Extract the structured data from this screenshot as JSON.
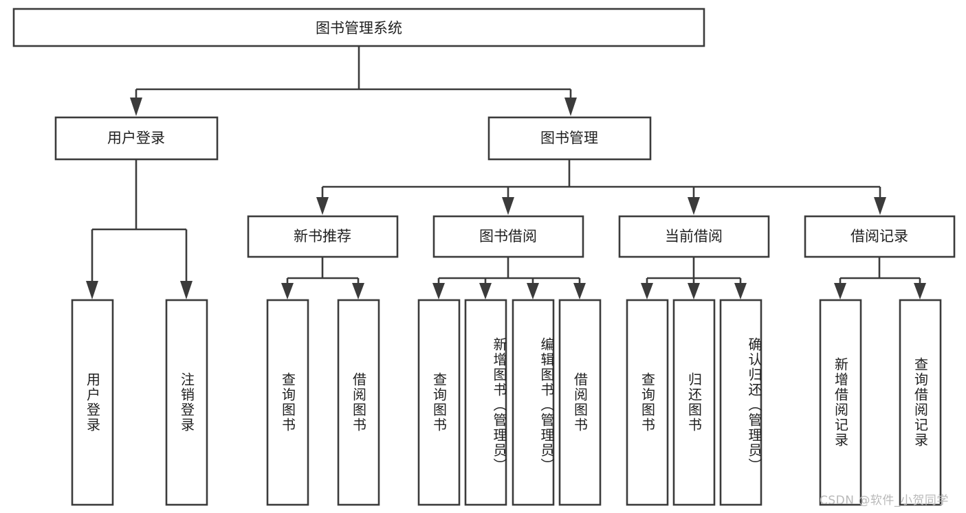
{
  "diagram": {
    "title": "图书管理系统",
    "type": "hierarchy-tree",
    "root": {
      "id": "root",
      "label": "图书管理系统",
      "orientation": "horizontal"
    },
    "level2": [
      {
        "id": "user-login",
        "label": "用户登录",
        "orientation": "horizontal"
      },
      {
        "id": "book-manage",
        "label": "图书管理",
        "orientation": "horizontal"
      }
    ],
    "level3": [
      {
        "id": "new-book-recommend",
        "label": "新书推荐",
        "orientation": "horizontal",
        "parent": "book-manage"
      },
      {
        "id": "book-borrow",
        "label": "图书借阅",
        "orientation": "horizontal",
        "parent": "book-manage"
      },
      {
        "id": "current-borrow",
        "label": "当前借阅",
        "orientation": "horizontal",
        "parent": "book-manage"
      },
      {
        "id": "borrow-record",
        "label": "借阅记录",
        "orientation": "horizontal",
        "parent": "book-manage"
      }
    ],
    "leaves": [
      {
        "id": "leaf-user-login",
        "label": "用户登录",
        "parent": "user-login",
        "orientation": "vertical"
      },
      {
        "id": "leaf-user-logout",
        "label": "注销登录",
        "parent": "user-login",
        "orientation": "vertical"
      },
      {
        "id": "leaf-query-book-1",
        "label": "查询图书",
        "parent": "new-book-recommend",
        "orientation": "vertical"
      },
      {
        "id": "leaf-borrow-book-1",
        "label": "借阅图书",
        "parent": "new-book-recommend",
        "orientation": "vertical"
      },
      {
        "id": "leaf-query-book-2",
        "label": "查询图书",
        "parent": "book-borrow",
        "orientation": "vertical"
      },
      {
        "id": "leaf-add-book",
        "label": "新增图书（管理员）",
        "parent": "book-borrow",
        "orientation": "vertical"
      },
      {
        "id": "leaf-edit-book",
        "label": "编辑图书（管理员）",
        "parent": "book-borrow",
        "orientation": "vertical"
      },
      {
        "id": "leaf-borrow-book-2",
        "label": "借阅图书",
        "parent": "book-borrow",
        "orientation": "vertical"
      },
      {
        "id": "leaf-query-book-3",
        "label": "查询图书",
        "parent": "current-borrow",
        "orientation": "vertical"
      },
      {
        "id": "leaf-return-book",
        "label": "归还图书",
        "parent": "current-borrow",
        "orientation": "vertical"
      },
      {
        "id": "leaf-confirm-return",
        "label": "确认归还（管理员）",
        "parent": "current-borrow",
        "orientation": "vertical"
      },
      {
        "id": "leaf-add-record",
        "label": "新增借阅记录",
        "parent": "borrow-record",
        "orientation": "vertical"
      },
      {
        "id": "leaf-query-record",
        "label": "查询借阅记录",
        "parent": "borrow-record",
        "orientation": "vertical"
      }
    ],
    "colors": {
      "stroke": "#3b3b3b",
      "fill": "#ffffff",
      "text": "#1f1f1f",
      "watermark": "#b9b9b9"
    }
  },
  "watermark": {
    "text": "CSDN @软件_小贺同学"
  }
}
